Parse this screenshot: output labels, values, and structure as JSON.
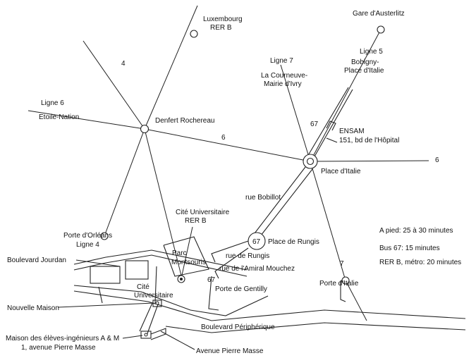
{
  "stations": {
    "luxembourg": "Luxembourg",
    "luxembourg_line": "RER B",
    "gare_austerlitz": "Gare d'Austerlitz",
    "denfert": "Denfert Rochereau",
    "place_italie": "Place d'Italie",
    "porte_orleans": "Porte d'Orléans",
    "cite_univ": "Cité Universitaire",
    "cite_univ_line": "RER B",
    "place_rungis": "Place de Rungis",
    "porte_italie": "Porte d'Italie"
  },
  "lines": {
    "ligne4_num": "4",
    "ligne4": "Ligne 4",
    "ligne5": "Ligne 5",
    "ligne5_dest1": "Bobigny-",
    "ligne5_dest2": "Place d'Italie",
    "ligne6": "Ligne 6",
    "ligne6_dest": "Etoile-Nation",
    "ligne6_num_a": "6",
    "ligne6_num_b": "6",
    "ligne7": "Ligne 7",
    "ligne7_dest1": "La Courneuve-",
    "ligne7_dest2": "Mairie d'Ivry",
    "ligne7_num": "7",
    "bus67_a": "67",
    "bus67_b": "67",
    "bus67_c": "67"
  },
  "places": {
    "ensam1": "ENSAM",
    "ensam2": "151, bd de l'Hôpital",
    "rue_bobillot": "rue Bobillot",
    "rue_rungis": "rue de Rungis",
    "rue_amiral": "rue de l'Amiral Mouchez",
    "porte_gentilly": "Porte de Gentilly",
    "parc1": "Parc",
    "parc2": "Montsouris",
    "cite1": "Cité",
    "cite2": "Universitaire",
    "bd_jourdan": "Boulevard Jourdan",
    "nouvelle_maison": "Nouvelle Maison",
    "maison1": "Maison des élèves-ingénieurs A & M",
    "maison2": "1, avenue Pierre Masse",
    "bd_peripherique": "Boulevard Périphérique",
    "av_pierre_masse": "Avenue Pierre Masse"
  },
  "legend": {
    "a_pied": "A pied: 25 à 30 minutes",
    "bus": "Bus 67: 15 minutes",
    "rer": "RER B, métro: 20 minutes"
  }
}
